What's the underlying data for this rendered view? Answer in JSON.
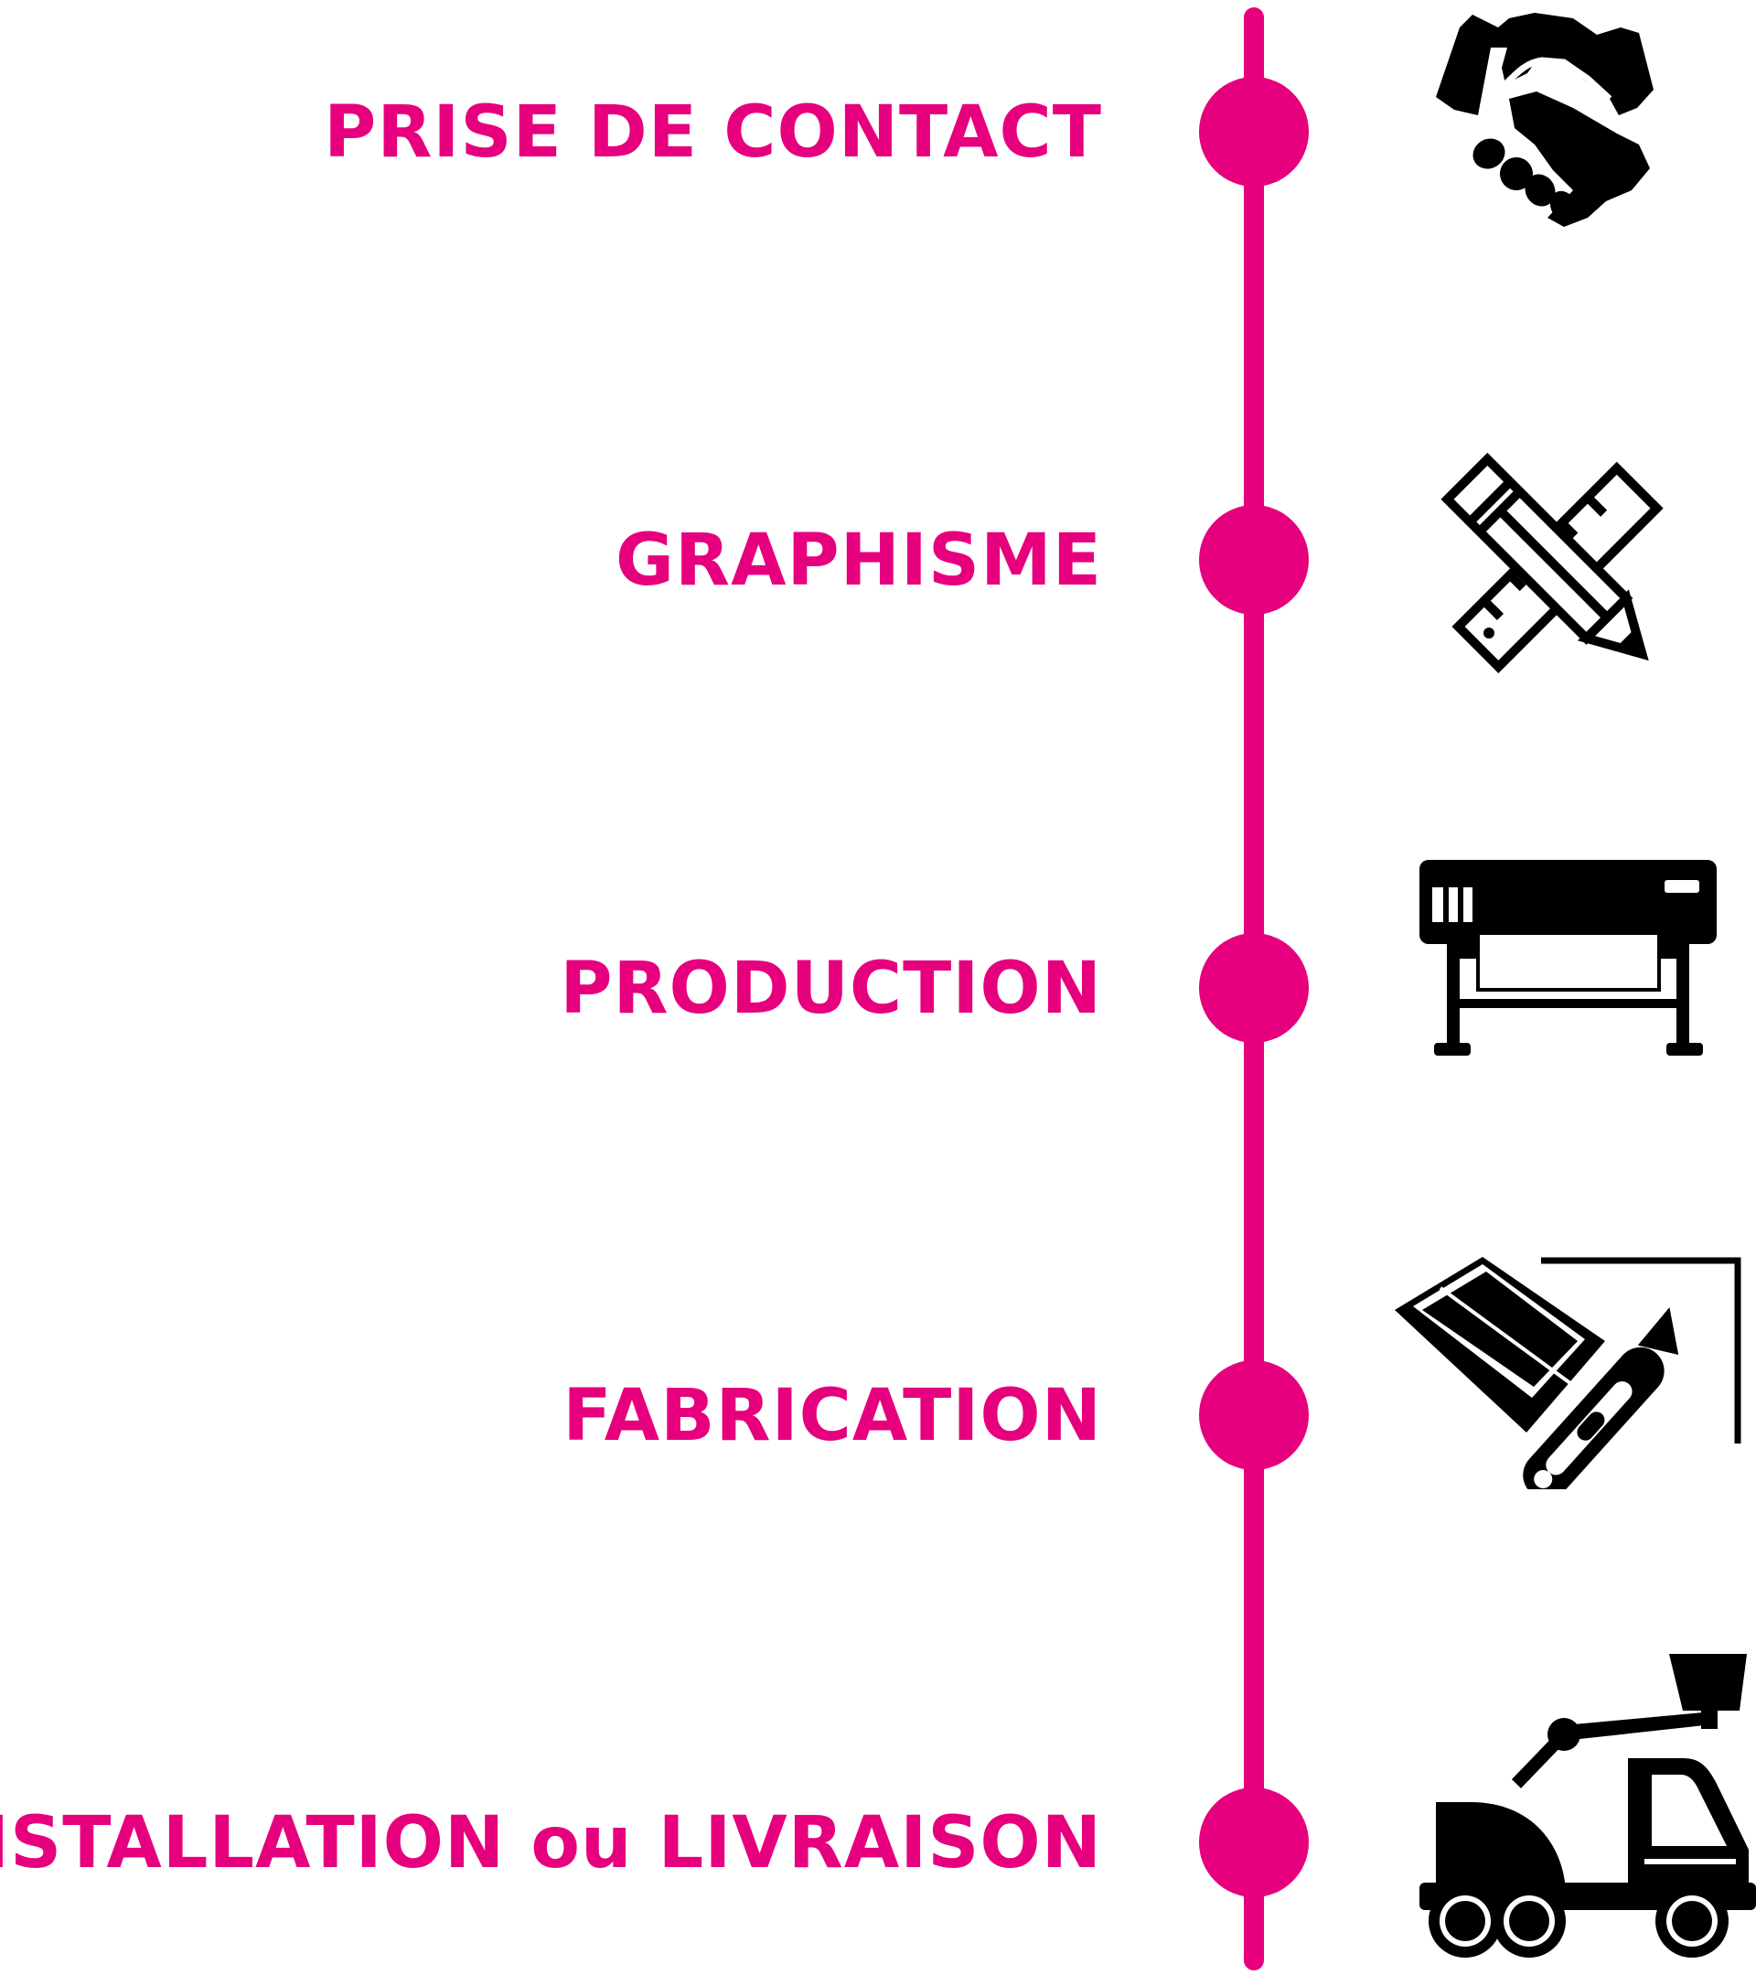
{
  "colors": {
    "accent": "#e6007e",
    "icon": "#000000",
    "background": "#ffffff"
  },
  "steps": [
    {
      "label": "PRISE DE CONTACT",
      "icon": "handshake-icon"
    },
    {
      "label": "GRAPHISME",
      "icon": "pencil-ruler-icon"
    },
    {
      "label": "PRODUCTION",
      "icon": "large-format-printer-icon"
    },
    {
      "label": "FABRICATION",
      "icon": "squeegee-cutter-icon"
    },
    {
      "label": "INSTALLATION ou LIVRAISON",
      "icon": "boom-lift-truck-icon"
    }
  ]
}
